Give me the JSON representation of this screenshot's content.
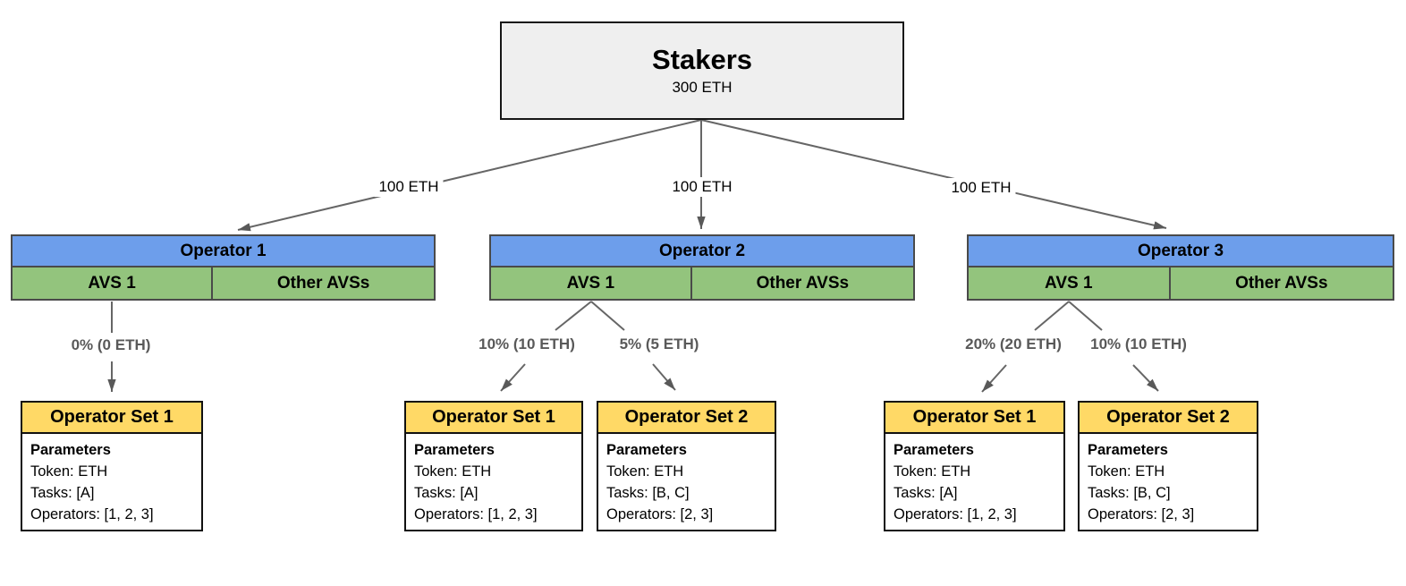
{
  "stakers_box": {
    "title": "Stakers",
    "amount": "300 ETH"
  },
  "stake_edges": [
    {
      "label": "100 ETH"
    },
    {
      "label": "100 ETH"
    },
    {
      "label": "100 ETH"
    }
  ],
  "operators": [
    {
      "name": "Operator 1",
      "avs_cell": "AVS 1",
      "other_avs_cell": "Other AVSs",
      "allocations": [
        {
          "label": "0% (0 ETH)",
          "operator_set": {
            "title": "Operator Set 1",
            "params_heading": "Parameters",
            "token": "Token: ETH",
            "tasks": "Tasks: [A]",
            "operators": "Operators: [1, 2, 3]"
          }
        }
      ]
    },
    {
      "name": "Operator 2",
      "avs_cell": "AVS 1",
      "other_avs_cell": "Other AVSs",
      "allocations": [
        {
          "label": "10% (10 ETH)",
          "operator_set": {
            "title": "Operator Set 1",
            "params_heading": "Parameters",
            "token": "Token: ETH",
            "tasks": "Tasks: [A]",
            "operators": "Operators: [1, 2, 3]"
          }
        },
        {
          "label": "5% (5 ETH)",
          "operator_set": {
            "title": "Operator Set 2",
            "params_heading": "Parameters",
            "token": "Token: ETH",
            "tasks": "Tasks: [B, C]",
            "operators": "Operators: [2, 3]"
          }
        }
      ]
    },
    {
      "name": "Operator 3",
      "avs_cell": "AVS 1",
      "other_avs_cell": "Other AVSs",
      "allocations": [
        {
          "label": "20% (20 ETH)",
          "operator_set": {
            "title": "Operator Set 1",
            "params_heading": "Parameters",
            "token": "Token: ETH",
            "tasks": "Tasks: [A]",
            "operators": "Operators: [1, 2, 3]"
          }
        },
        {
          "label": "10% (10 ETH)",
          "operator_set": {
            "title": "Operator Set 2",
            "params_heading": "Parameters",
            "token": "Token: ETH",
            "tasks": "Tasks: [B, C]",
            "operators": "Operators: [2, 3]"
          }
        }
      ]
    }
  ],
  "colors": {
    "operator_header": "#6d9eeb",
    "avs_row": "#93c47d",
    "operator_set_header": "#ffd966",
    "stakers_fill": "#efefef",
    "connector": "#666666"
  }
}
